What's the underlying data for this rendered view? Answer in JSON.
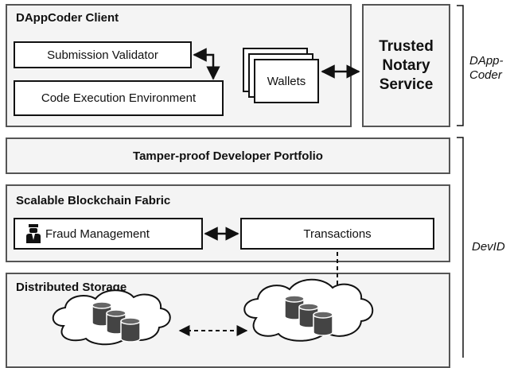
{
  "dappcoder_client": {
    "title": "DAppCoder Client",
    "submission_validator": "Submission Validator",
    "code_execution_environment": "Code Execution Environment",
    "wallets": "Wallets"
  },
  "trusted_notary_service": {
    "line1": "Trusted",
    "line2": "Notary",
    "line3": "Service"
  },
  "portfolio": {
    "title": "Tamper-proof Developer Portfolio"
  },
  "blockchain": {
    "title": "Scalable Blockchain Fabric",
    "fraud_management": "Fraud Management",
    "transactions": "Transactions"
  },
  "storage": {
    "title": "Distributed Storage"
  },
  "side_labels": {
    "dappcoder_line1": "DApp-",
    "dappcoder_line2": "Coder",
    "devid": "DevID"
  },
  "icons": [
    "agent-icon",
    "database-icon",
    "cloud-icon"
  ]
}
